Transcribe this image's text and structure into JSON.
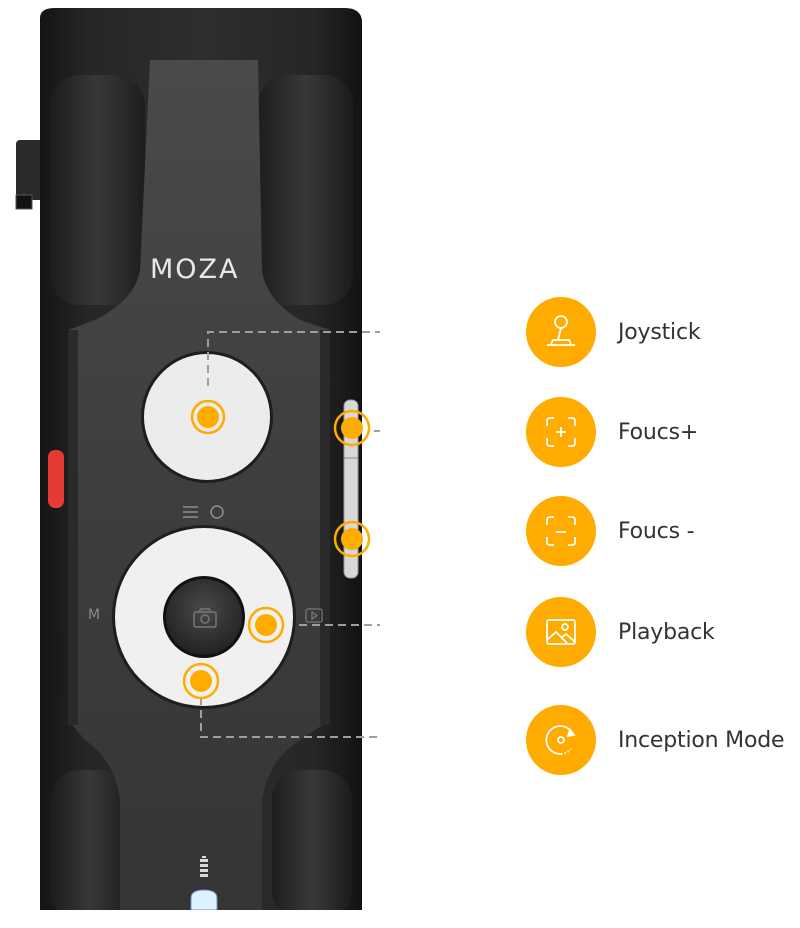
{
  "product": {
    "brand_logo": "MOZA",
    "device_labels": {
      "mode_button": "M"
    }
  },
  "features": [
    {
      "id": "joystick",
      "label": "Joystick",
      "icon": "joystick-icon"
    },
    {
      "id": "focus-plus",
      "label": "Foucs+",
      "icon": "focus-plus-icon"
    },
    {
      "id": "focus-minus",
      "label": "Foucs -",
      "icon": "focus-minus-icon"
    },
    {
      "id": "playback",
      "label": "Playback",
      "icon": "image-icon"
    },
    {
      "id": "inception-mode",
      "label": "Inception Mode",
      "icon": "rotate-icon"
    }
  ],
  "colors": {
    "accent": "#FFAB00",
    "leader_line": "#9E9E9E",
    "label_text": "#333333",
    "device_body": "#2b2b2b",
    "device_panel": "#3c3c3c",
    "record_button": "#E53935",
    "status_led": "#DDF3FF"
  }
}
